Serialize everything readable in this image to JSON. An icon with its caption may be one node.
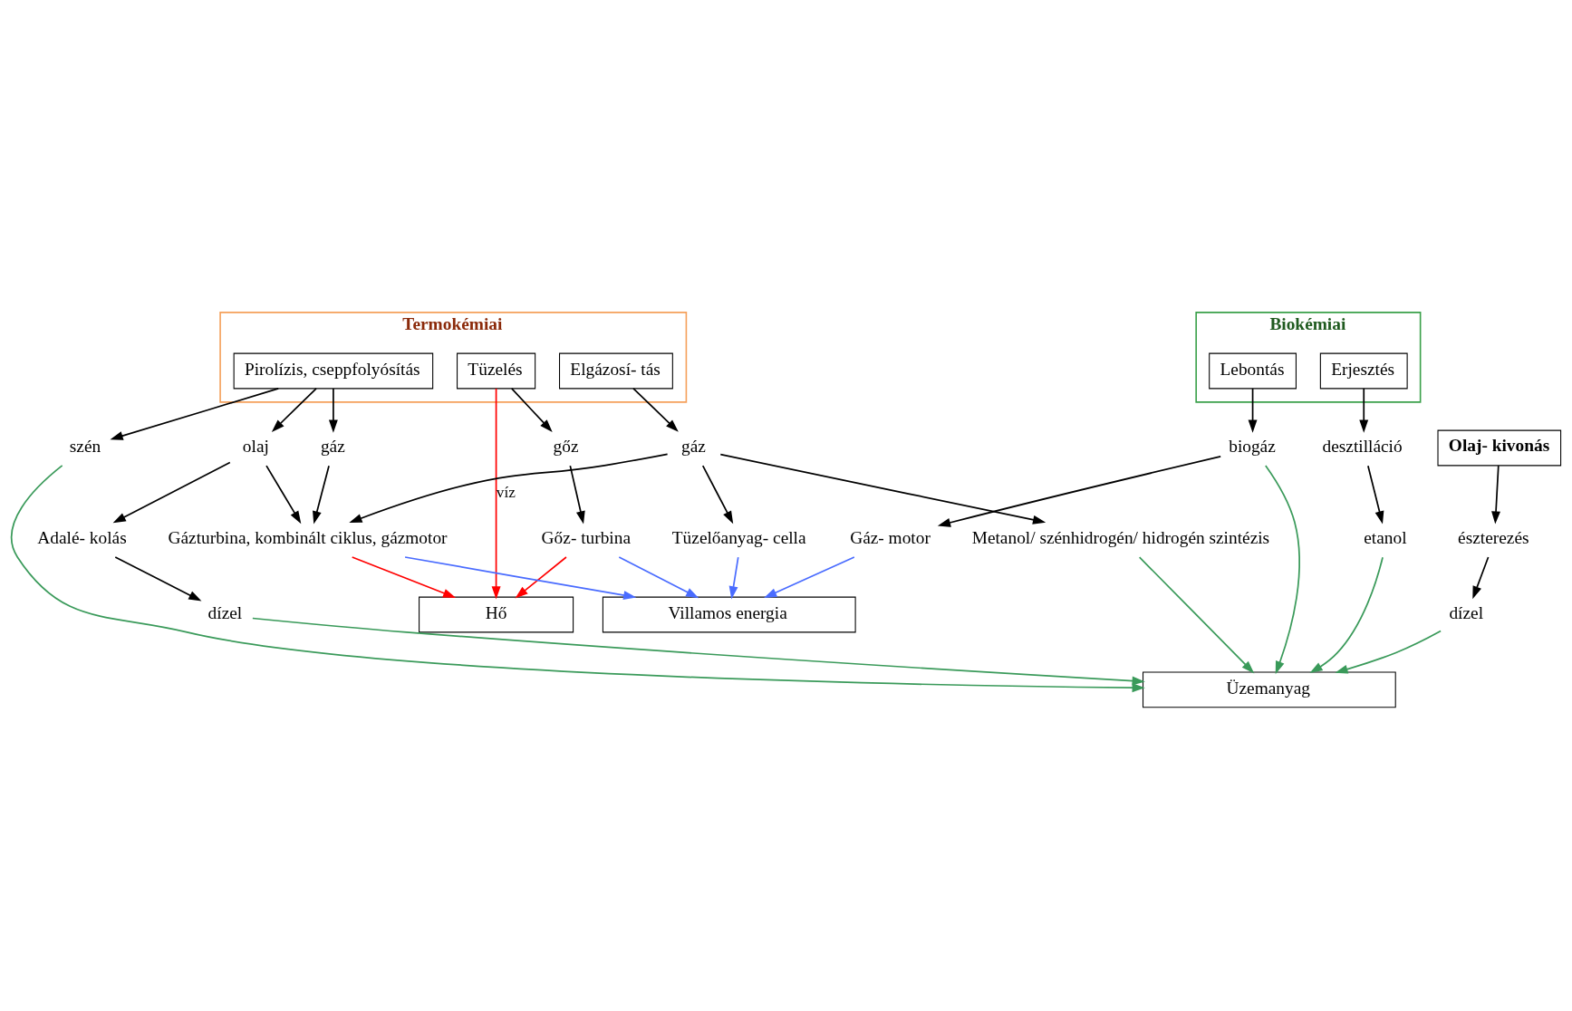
{
  "diagram": {
    "nodes": [
      {
        "text": [
          "Termokémiai"
        ]
      },
      {
        "text": [
          "Tüzelés"
        ],
        "in": 0
      },
      {
        "text": [
          "Elgázosí- tás"
        ],
        "in": 0
      },
      {
        "text": [
          "Pirolízis, cseppfolyósítás"
        ],
        "in": 0
      },
      {
        "text": [
          "Biokémiai"
        ]
      },
      {
        "text": [
          "Lebontás"
        ],
        "in": 4
      },
      {
        "text": [
          "Erjesztés"
        ],
        "in": 4
      },
      {
        "text": [
          "Olaj- kivonás"
        ]
      },
      {
        "text": [
          "gőz"
        ]
      },
      {
        "text": [
          "gáz"
        ]
      },
      {
        "text": [
          "gáz"
        ]
      },
      {
        "text": [
          "olaj"
        ]
      },
      {
        "text": [
          "szén"
        ]
      },
      {
        "text": [
          "biogáz"
        ]
      },
      {
        "text": [
          "Gőz- turbina"
        ]
      },
      {
        "text": [
          "Gázturbina, kombinált ciklus, gázmotor"
        ]
      },
      {
        "text": [
          "Metanol/ szénhidrogén/ hidrogén szintézis"
        ]
      },
      {
        "text": [
          "Adalé- kolás"
        ]
      },
      {
        "text": [
          "Gáz- motor"
        ]
      },
      {
        "text": [
          "desztilláció"
        ]
      },
      {
        "text": [
          "észterezés"
        ]
      },
      {
        "text": [
          "Tüzelőanyag- cella"
        ]
      },
      {
        "text": [
          "dízel"
        ]
      },
      {
        "text": [
          "etanol"
        ]
      },
      {
        "text": [
          "dízel"
        ]
      },
      {
        "text": [
          "Hő"
        ]
      },
      {
        "text": [
          "Villamos energia"
        ]
      },
      {
        "text": [
          "Üzemanyag"
        ]
      }
    ],
    "edges": [
      {
        "from": 1,
        "to": 8,
        "arrow": "to"
      },
      {
        "from": 2,
        "to": 9,
        "arrow": "to"
      },
      {
        "from": 3,
        "to": 10,
        "arrow": "to"
      },
      {
        "from": 3,
        "to": 11,
        "arrow": "to"
      },
      {
        "from": 3,
        "to": 12,
        "arrow": "to"
      },
      {
        "from": 5,
        "to": 13,
        "arrow": "to"
      },
      {
        "from": 6,
        "to": 19,
        "arrow": "to"
      },
      {
        "from": 7,
        "to": 20,
        "arrow": "to"
      },
      {
        "from": 8,
        "to": 14,
        "arrow": "to"
      },
      {
        "from": 10,
        "to": 15,
        "arrow": "to"
      },
      {
        "from": 11,
        "to": 15,
        "arrow": "to"
      },
      {
        "from": 9,
        "to": 15,
        "arrow": "to"
      },
      {
        "from": 9,
        "to": 16,
        "arrow": "to"
      },
      {
        "from": 9,
        "to": 21,
        "arrow": "to"
      },
      {
        "from": 11,
        "to": 17,
        "arrow": "to"
      },
      {
        "from": 17,
        "to": 22,
        "arrow": "to"
      },
      {
        "from": 13,
        "to": 18,
        "arrow": "to"
      },
      {
        "from": 19,
        "to": 23,
        "arrow": "to"
      },
      {
        "from": 20,
        "to": 24,
        "arrow": "to"
      },
      {
        "from": 1,
        "to": 25,
        "arrow": "to",
        "color": "#ff0000",
        "label": "víz"
      },
      {
        "from": 14,
        "to": 25,
        "arrow": "to",
        "color": "#ff0000"
      },
      {
        "from": 15,
        "to": 25,
        "arrow": "to",
        "color": "#ff0000"
      },
      {
        "from": 14,
        "to": 26,
        "arrow": "to",
        "color": "#4a6cff"
      },
      {
        "from": 15,
        "to": 26,
        "arrow": "to",
        "color": "#4a6cff"
      },
      {
        "from": 21,
        "to": 26,
        "arrow": "to",
        "color": "#4a6cff"
      },
      {
        "from": 18,
        "to": 26,
        "arrow": "to",
        "color": "#4a6cff"
      },
      {
        "from": 16,
        "to": 27,
        "arrow": "to",
        "color": "#3a9a5a"
      },
      {
        "from": 22,
        "to": 27,
        "arrow": "to",
        "color": "#3a9a5a"
      },
      {
        "from": 12,
        "to": 27,
        "arrow": "to",
        "color": "#3a9a5a"
      },
      {
        "from": 13,
        "to": 27,
        "arrow": "to",
        "color": "#3a9a5a"
      },
      {
        "from": 23,
        "to": 27,
        "arrow": "to",
        "color": "#3a9a5a"
      },
      {
        "from": 24,
        "to": 27,
        "arrow": "to",
        "color": "#3a9a5a"
      }
    ]
  }
}
